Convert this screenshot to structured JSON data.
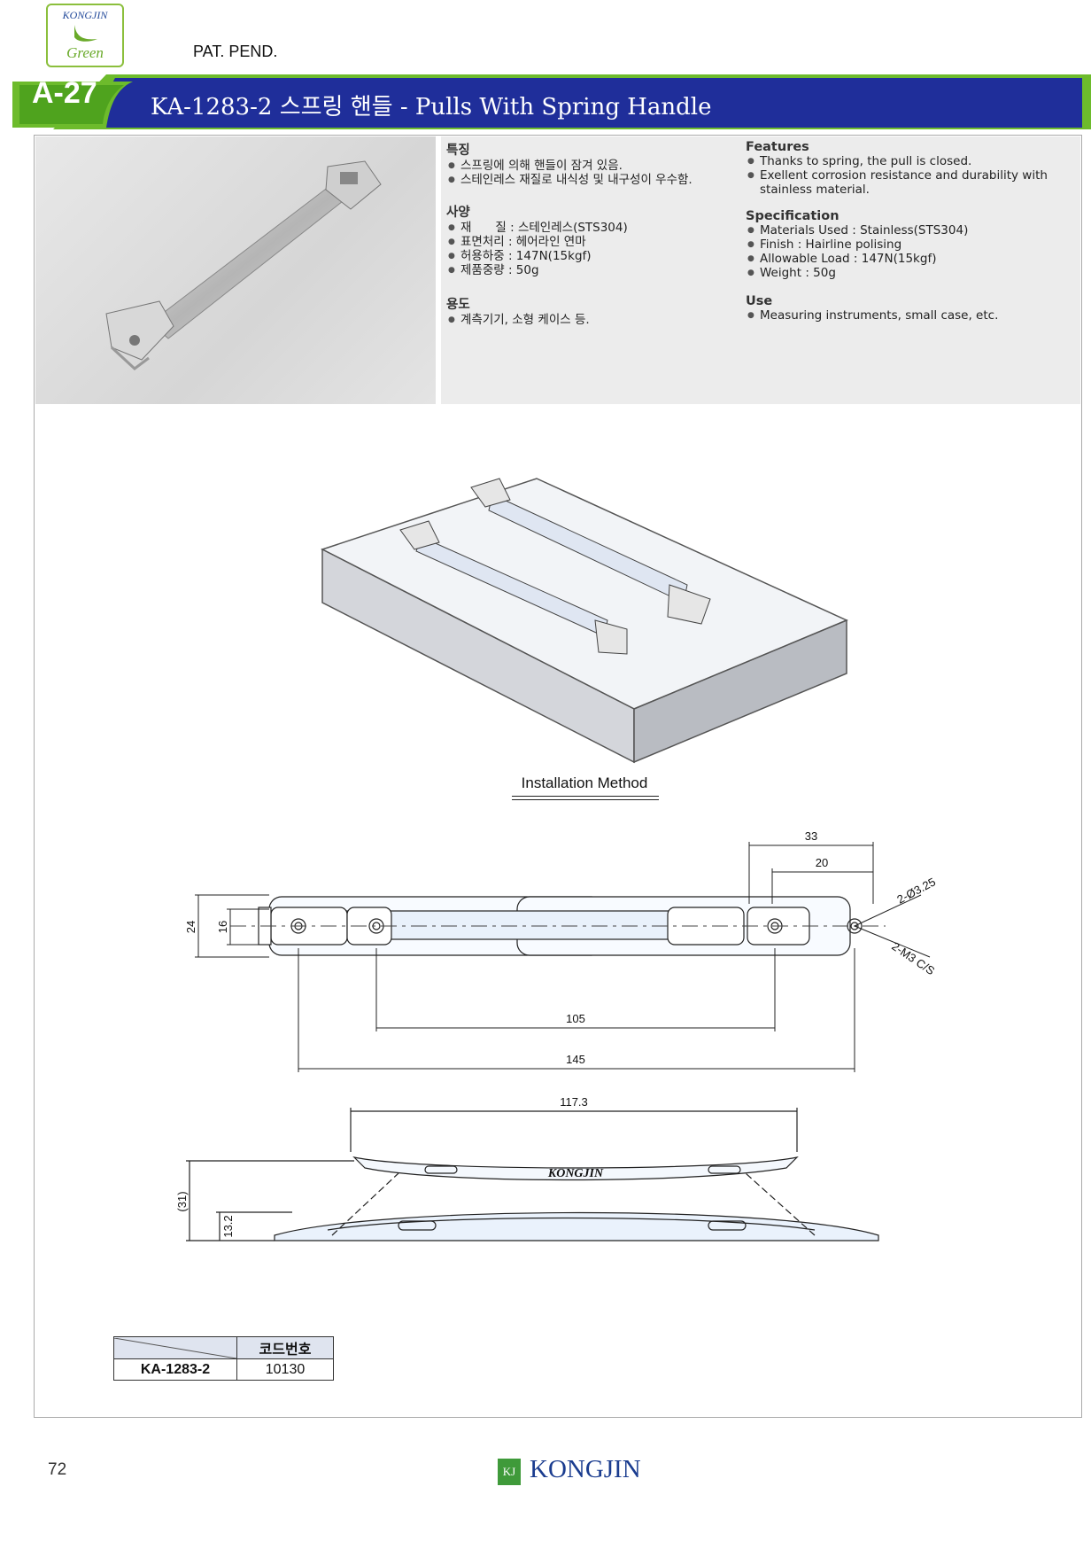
{
  "header": {
    "logo_top": "KONGJIN",
    "logo_bottom": "Green",
    "pat": "PAT. PEND.",
    "code": "A-27",
    "title": "KA-1283-2 스프링 핸들 - Pulls With Spring Handle"
  },
  "ko": {
    "features_h": "특징",
    "features": [
      "스프링에 의해 핸들이 잠겨 있음.",
      "스테인레스 재질로 내식성 및 내구성이 우수함."
    ],
    "spec_h": "사양",
    "spec": [
      "재　　질 : 스테인레스(STS304)",
      "표면처리 : 헤어라인 연마",
      "허용하중 : 147N(15kgf)",
      "제품중량 : 50g"
    ],
    "use_h": "용도",
    "use": [
      "계측기기, 소형 케이스 등."
    ]
  },
  "en": {
    "features_h": "Features",
    "features": [
      "Thanks to spring, the pull is closed.",
      "Exellent corrosion resistance and durability with stainless material."
    ],
    "spec_h": "Specification",
    "spec": [
      "Materials Used : Stainless(STS304)",
      "Finish : Hairline polising",
      "Allowable Load : 147N(15kgf)",
      "Weight : 50g"
    ],
    "use_h": "Use",
    "use": [
      "Measuring instruments, small case, etc."
    ]
  },
  "install_caption": "Installation Method",
  "dims": {
    "d33": "33",
    "d20": "20",
    "d24": "24",
    "d16": "16",
    "d105": "105",
    "d145": "145",
    "hole1": "2-Ø3.25",
    "hole2": "2-M3 C/S",
    "d117": "117.3",
    "d31": "(31)",
    "d13": "13.2",
    "engrave": "KONGJIN"
  },
  "table": {
    "header": "코드번호",
    "model": "KA-1283-2",
    "code": "10130"
  },
  "footer": {
    "page": "72",
    "box": "KJ",
    "brand": "KONGJIN"
  },
  "colors": {
    "banner_blue": "#1f2e9a",
    "banner_green": "#6dbb2c"
  }
}
